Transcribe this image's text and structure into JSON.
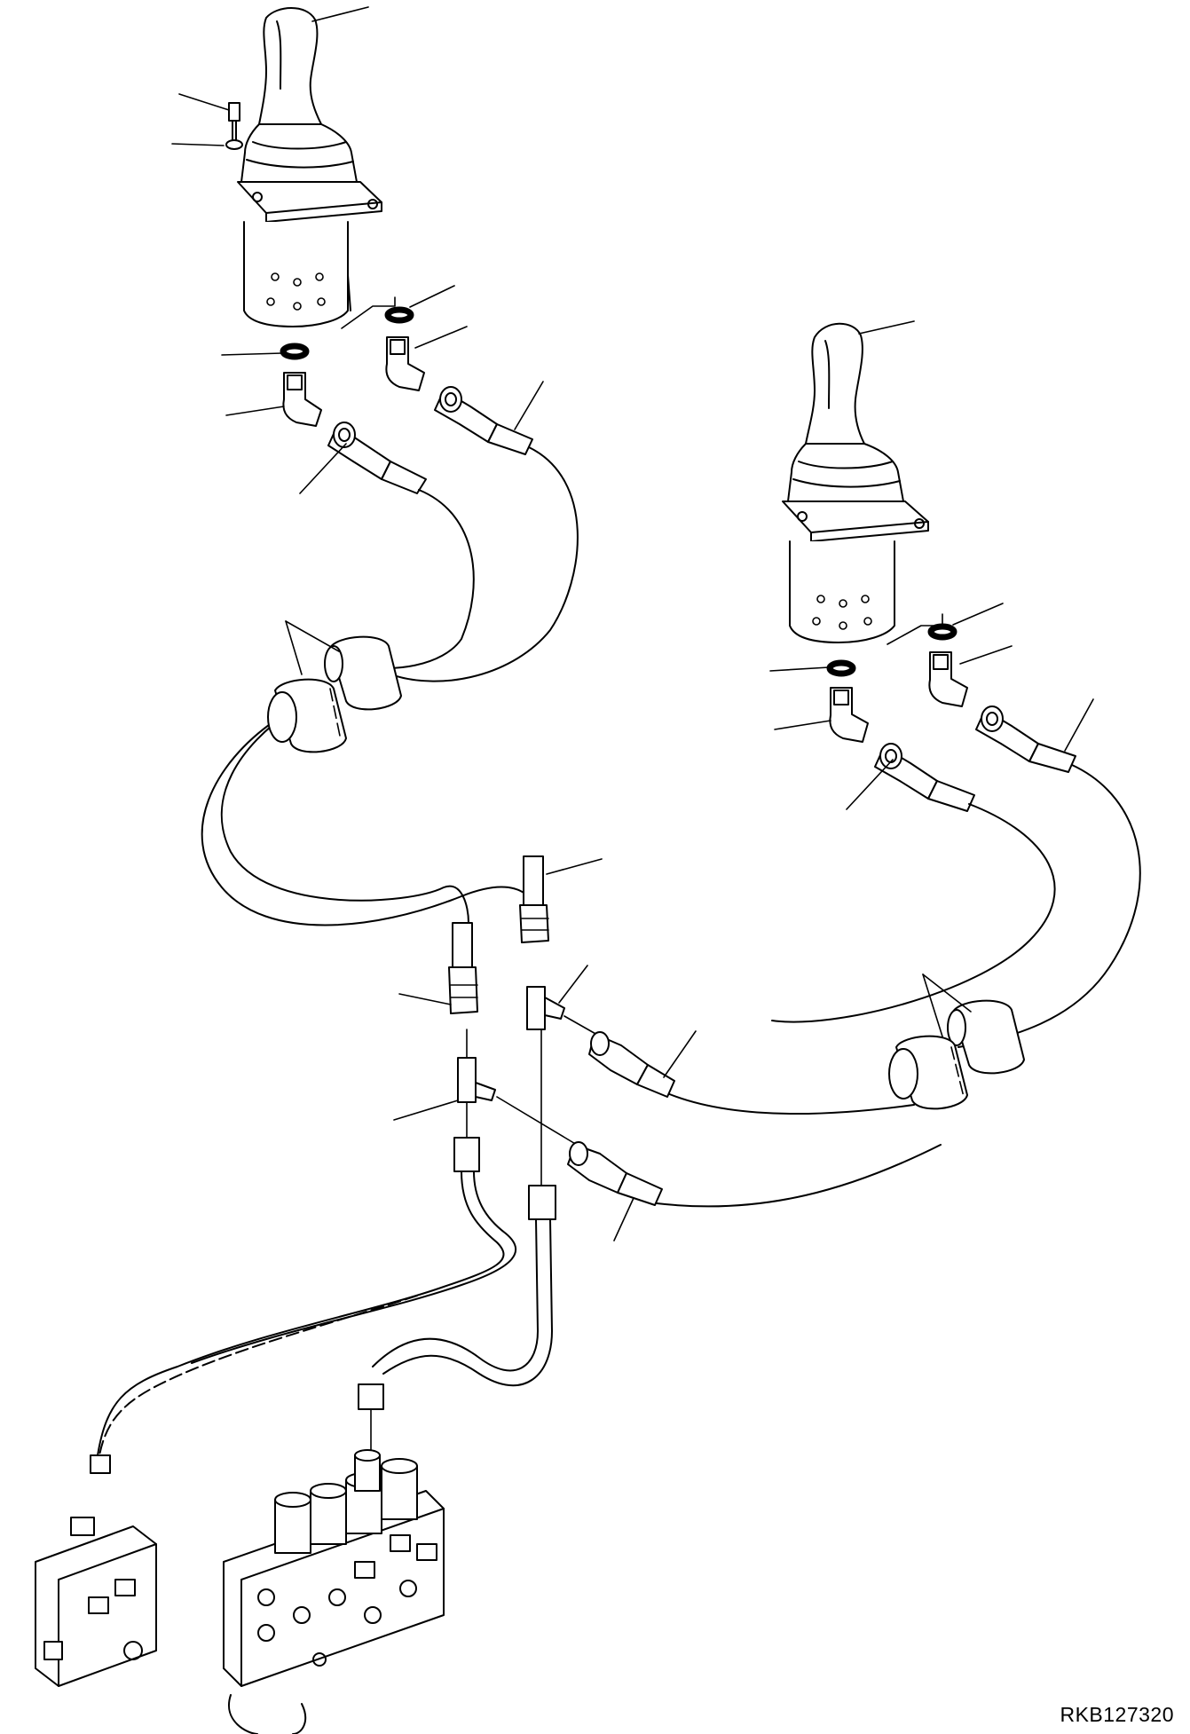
{
  "drawing": {
    "drawing_number": "RKB127320",
    "components": [
      "left-joystick",
      "right-joystick",
      "pilot-hoses",
      "hose-clamps",
      "tee-fittings",
      "elbow-fittings",
      "control-valve-block"
    ]
  }
}
